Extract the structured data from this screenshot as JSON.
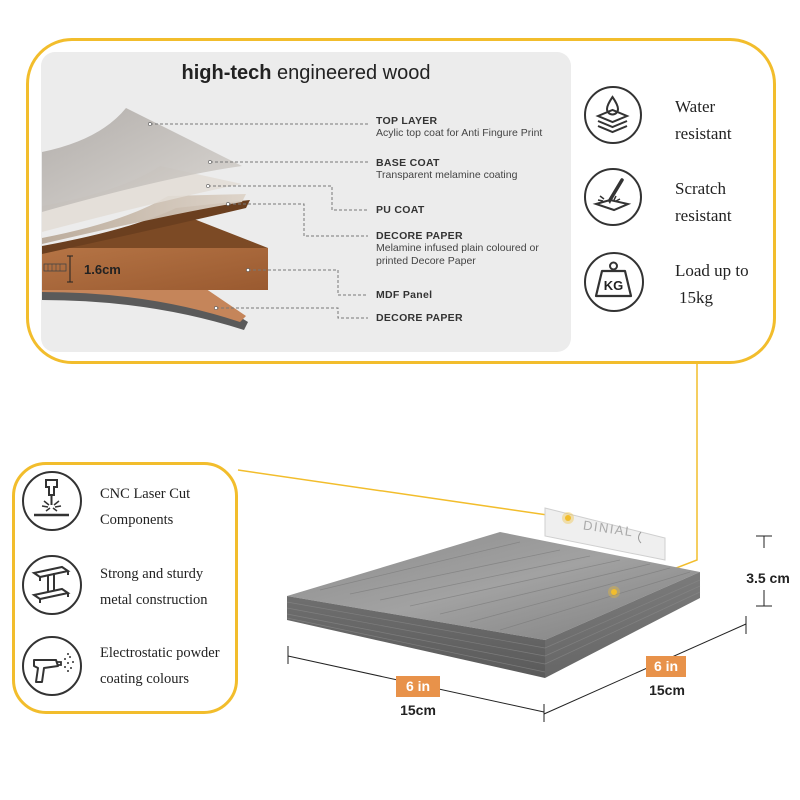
{
  "title": {
    "bold": "high-tech",
    "rest": " engineered wood"
  },
  "layers": [
    {
      "title": "TOP LAYER",
      "desc": "Acylic top coat for Anti Fingure Print"
    },
    {
      "title": "BASE COAT",
      "desc": "Transparent melamine coating"
    },
    {
      "title": "PU COAT",
      "desc": ""
    },
    {
      "title": "DECORE PAPER",
      "desc": "Melamine infused plain coloured or",
      "desc2": "printed Decore Paper"
    },
    {
      "title": "MDF Panel",
      "desc": ""
    },
    {
      "title": "DECORE PAPER",
      "desc": ""
    }
  ],
  "thickness_label": "1.6cm",
  "features_right": [
    {
      "icon": "water-drop-icon",
      "line1": "Water",
      "line2": "resistant"
    },
    {
      "icon": "scratch-icon",
      "line1": "Scratch",
      "line2": "resistant"
    },
    {
      "icon": "weight-icon",
      "icon_text": "KG",
      "line1": "Load up to",
      "line2": "15kg"
    }
  ],
  "features_left": [
    {
      "icon": "laser-cut-icon",
      "line1": "CNC Laser Cut",
      "line2": "Components"
    },
    {
      "icon": "steel-beam-icon",
      "line1": "Strong and sturdy",
      "line2": "metal construction"
    },
    {
      "icon": "spray-gun-icon",
      "line1": "Electrostatic powder",
      "line2": "coating colours"
    }
  ],
  "brand": "DINIAL",
  "dimensions": {
    "height": "3.5 cm",
    "depth_in": "6 in",
    "depth_cm": "15cm",
    "width_in": "6 in",
    "width_cm": "15cm"
  },
  "colors": {
    "accent": "#f2bd2c",
    "tag": "#e8924a",
    "mdf": "#a8663a",
    "panel": "#ececec"
  }
}
